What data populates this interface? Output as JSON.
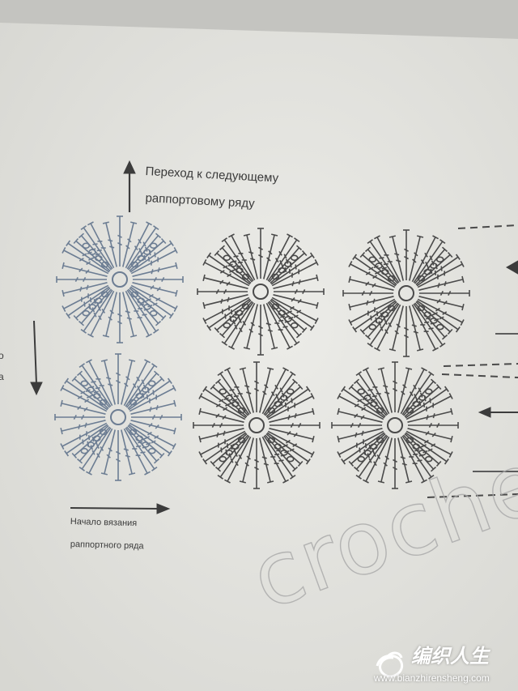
{
  "diagram": {
    "top_label_line1": "Переход к следующему",
    "top_label_line2": "раппортовому ряду",
    "bottom_label_line1": "Начало вязания",
    "bottom_label_line2": "раппортного ряда",
    "side_label_line1": "о",
    "side_label_line2": "а"
  },
  "watermark": {
    "text": "croche",
    "logo_text": "编织人生",
    "url": "www.bianzhirensheng.com"
  },
  "colors": {
    "paper": "#e6e6e1",
    "ink": "#4a4a4a",
    "faded_ink": "#6c7d93"
  }
}
